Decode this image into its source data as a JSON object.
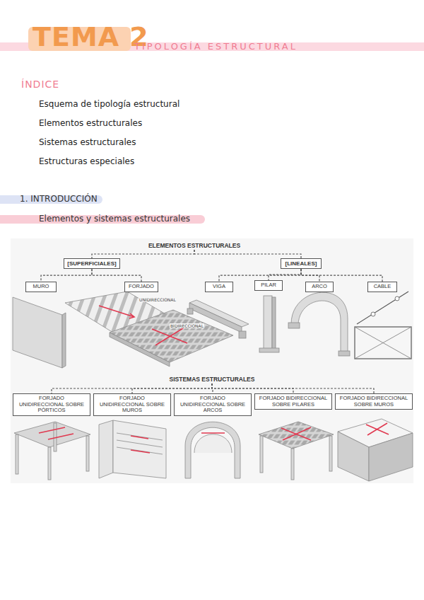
{
  "diagram": {
    "title": "TEMA 2",
    "nodes": [
      {
        "text": [
          "ELEMENTOS ESTRUCTURALES"
        ]
      },
      {
        "text": [
          "[SUPERFICIALES]"
        ]
      },
      {
        "text": [
          "[LINEALES]"
        ]
      },
      {
        "text": [
          "MURO"
        ]
      },
      {
        "text": [
          "FORJADO"
        ]
      },
      {
        "text": [
          "VIGA"
        ]
      },
      {
        "text": [
          "PILAR"
        ]
      },
      {
        "text": [
          "ARCO"
        ]
      },
      {
        "text": [
          "CABLE"
        ]
      },
      {
        "text": [
          "SISTEMAS ESTRUCTURALES"
        ]
      },
      {
        "text": [
          "FORJADO UNIDIRECCIONAL SOBRE PÓRTICOS"
        ]
      },
      {
        "text": [
          "FORJADO UNIDIRECCIONAL SOBRE MUROS"
        ]
      },
      {
        "text": [
          "FORJADO UNIDIRECCIONAL SOBRE ARCOS"
        ]
      },
      {
        "text": [
          "FORJADO BIDIRECCIONAL SOBRE PILARES"
        ]
      },
      {
        "text": [
          "FORJADO BIDIRECCIONAL SOBRE MUROS"
        ]
      }
    ],
    "edges": [
      {
        "from": 0,
        "to": 1,
        "arrow": "none"
      },
      {
        "from": 0,
        "to": 2,
        "arrow": "none"
      },
      {
        "from": 1,
        "to": 3,
        "arrow": "none"
      },
      {
        "from": 1,
        "to": 4,
        "arrow": "none"
      },
      {
        "from": 2,
        "to": 5,
        "arrow": "none"
      },
      {
        "from": 2,
        "to": 6,
        "arrow": "none"
      },
      {
        "from": 2,
        "to": 7,
        "arrow": "none"
      },
      {
        "from": 2,
        "to": 8,
        "arrow": "none"
      },
      {
        "from": 9,
        "to": 10,
        "arrow": "none"
      },
      {
        "from": 9,
        "to": 11,
        "arrow": "none"
      },
      {
        "from": 9,
        "to": 12,
        "arrow": "none"
      },
      {
        "from": 9,
        "to": 13,
        "arrow": "none"
      },
      {
        "from": 9,
        "to": 14,
        "arrow": "none"
      }
    ],
    "labels": [
      "TIPOLOGÍA ESTRUCTURAL",
      "ÍNDICE",
      "Esquema de tipología estructural",
      "Elementos estructurales",
      "Sistemas estructurales",
      "Estructuras especiales",
      "1. INTRODUCCIÓN",
      "Elementos y sistemas estructurales",
      "UNIDIRECCIONAL",
      "BIDIRECCIONAL"
    ]
  }
}
